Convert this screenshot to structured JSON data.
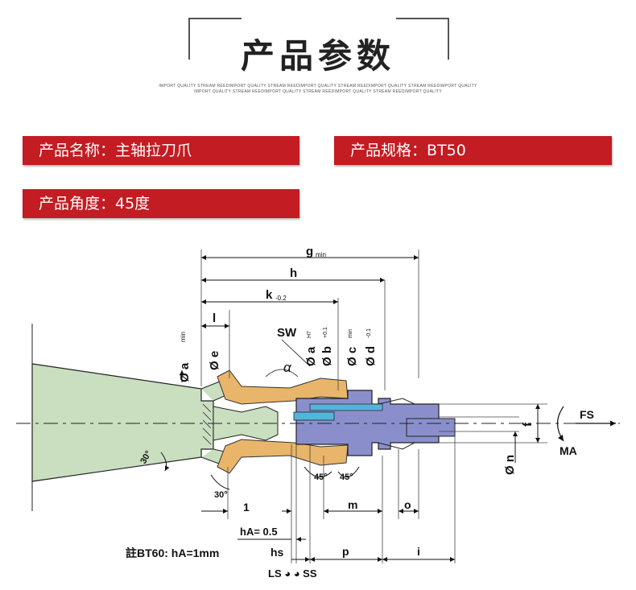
{
  "header": {
    "title": "产品参数",
    "tagline_1": "IMPORT QUALITY STREAM REEDIMPORT QUALITY STREAM REEDIMPORT QUALITY STREAM REEDIMPORT QUALITY STREAM REEDIMPORT QUALITY",
    "tagline_2": "IMPORT QUALITY STREAM REEDIMPORT QUALITY STREAM REEDIMPORT QUALITY STREAM REEDIMPORT QUALITY"
  },
  "specs": {
    "name": "产品名称：主轴拉刀爪",
    "model": "产品规格：BT50",
    "angle": "产品角度：45度"
  },
  "colors": {
    "banner": "#c31c22",
    "spindle": "#c9dfc0",
    "gripper": "#e8b56a",
    "stud": "#8a8fcc",
    "rod": "#52b6dc"
  },
  "diagram": {
    "g_label": "g",
    "g_sub": "min",
    "h_label": "h",
    "k_label": "k",
    "k_sub": "-0.2",
    "l_label": "l",
    "sw_label": "SW",
    "alpha_label": "α",
    "a_min": "Ø a",
    "a_min_sub": "min",
    "e_label": "Ø e",
    "a_h7": "Ø a",
    "a_h7_sub": "H7",
    "b_label": "Ø b",
    "b_sub": "+0.1",
    "c_label": "Ø c",
    "c_sub": "min",
    "d_label": "Ø d",
    "d_sub": "-0.1",
    "angle_30a": "30°",
    "angle_30b": "30°",
    "angle_45a": "45°",
    "angle_45b": "45°",
    "one_label": "1",
    "m_label": "m",
    "o_label": "o",
    "ha_label": "hA= 0.5",
    "hs_label": "hs",
    "p_label": "p",
    "i_label": "i",
    "f_label": "f",
    "n_label": "Ø n",
    "fs_label": "FS",
    "ma_label": "MA",
    "note": "註BT60: hA=1mm",
    "ls_ss": "LS ◕ ◕ SS"
  }
}
